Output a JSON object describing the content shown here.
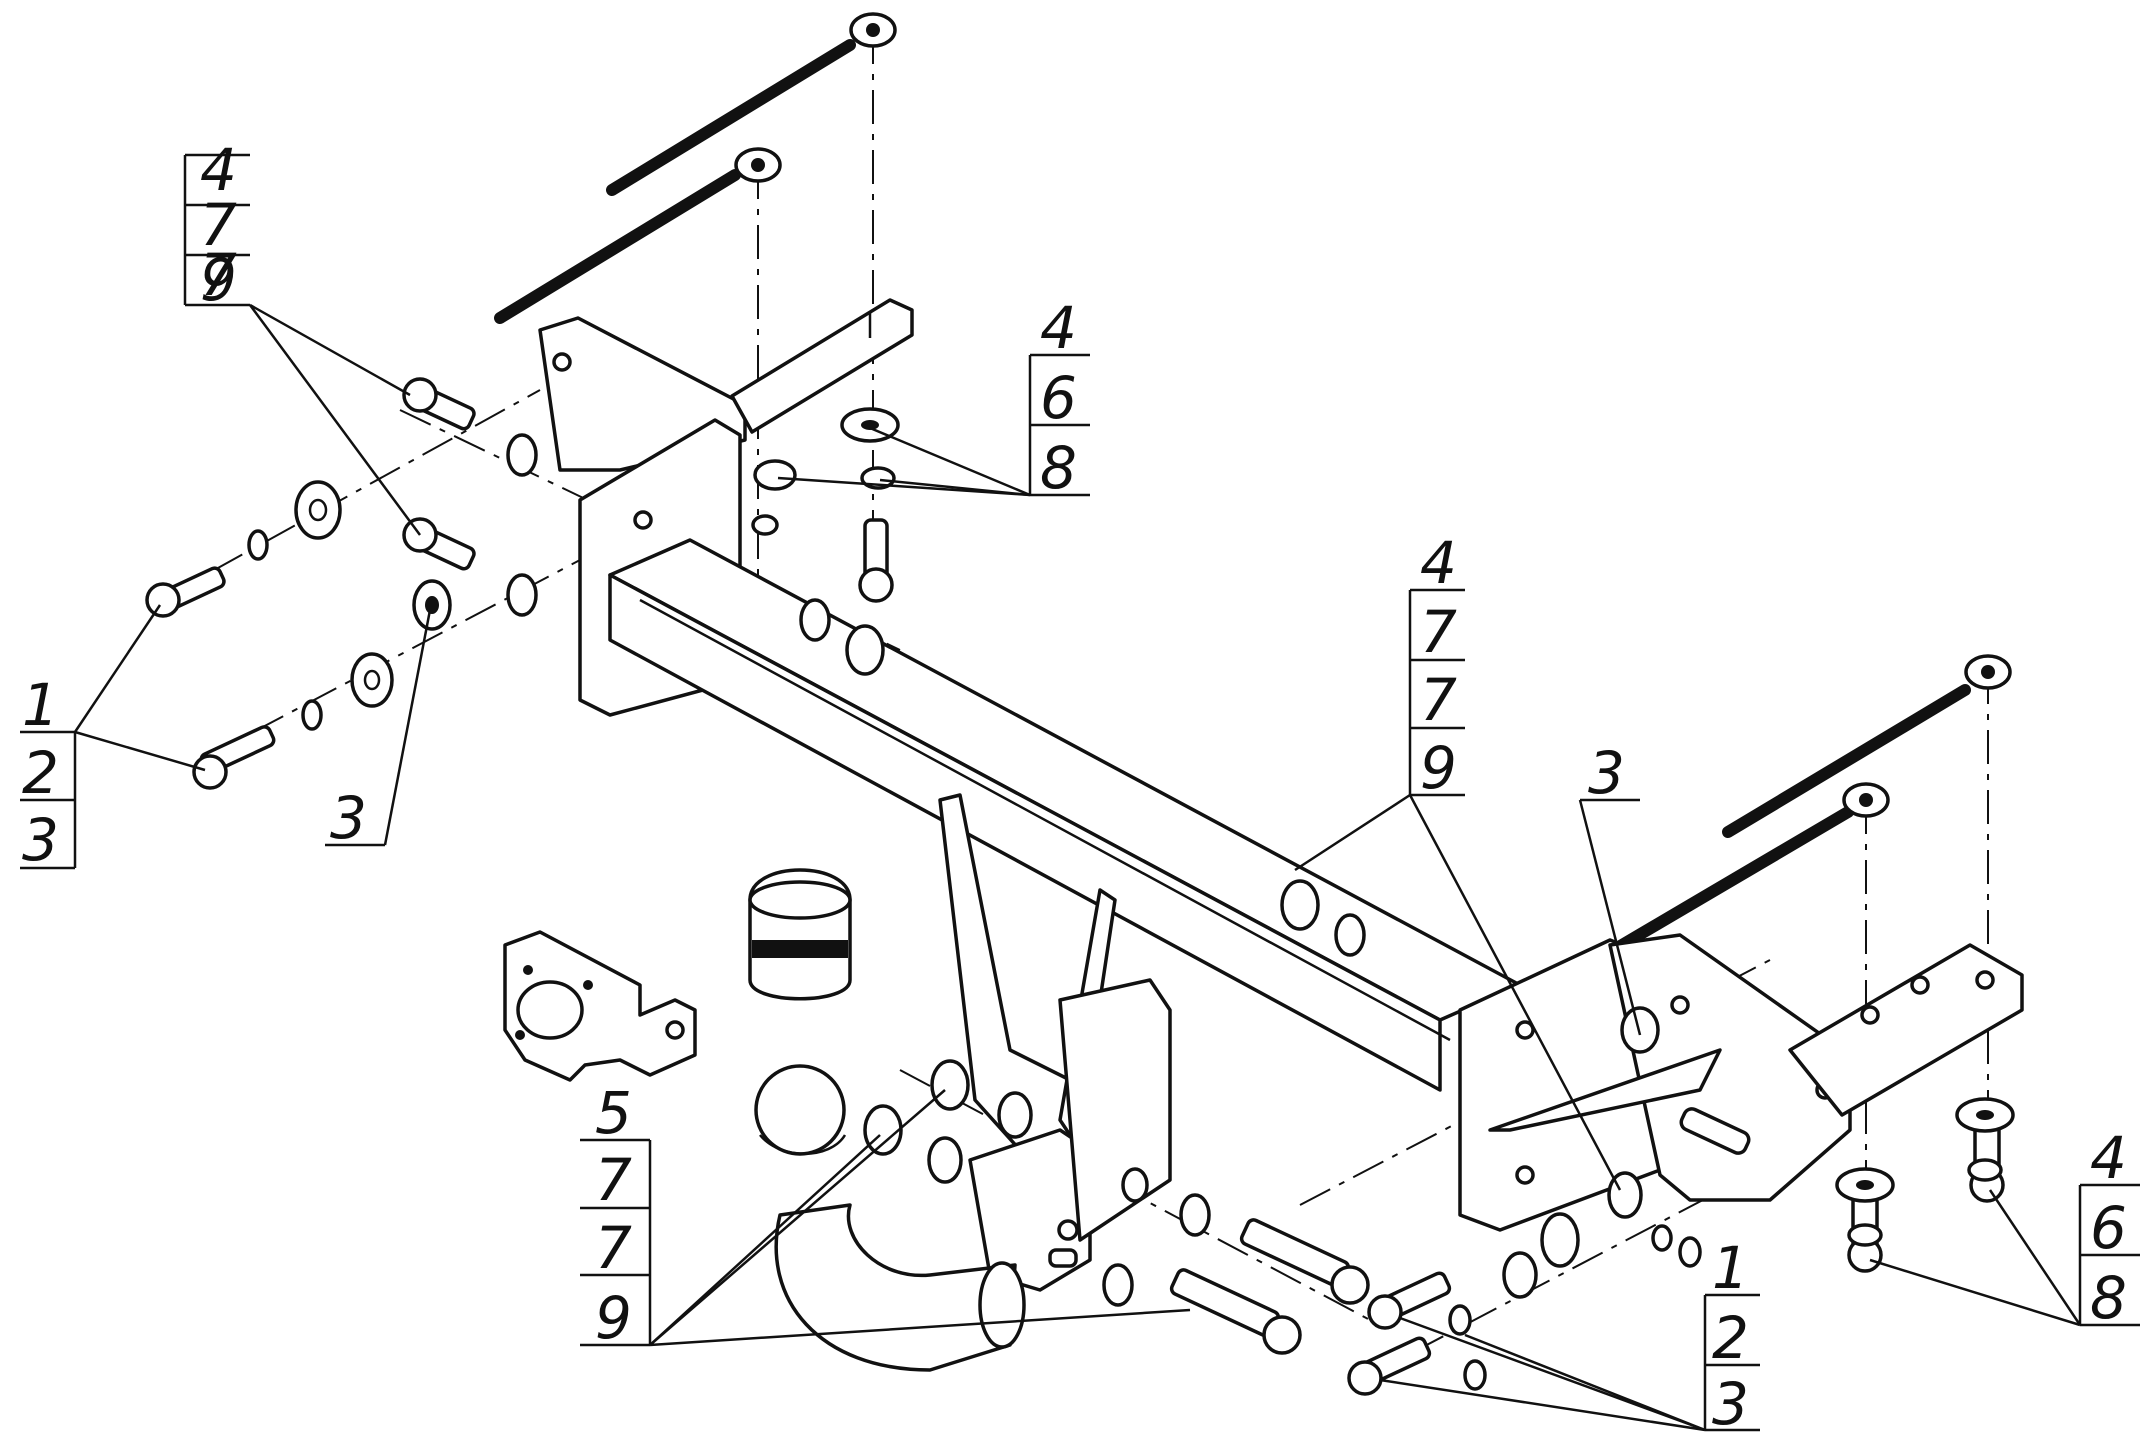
{
  "callouts": [
    {
      "id": "upper-left",
      "numbers": [
        "4",
        "7",
        "7",
        "9"
      ]
    },
    {
      "id": "left",
      "numbers": [
        "1",
        "2",
        "3"
      ]
    },
    {
      "id": "left-plate",
      "numbers": [
        "3"
      ]
    },
    {
      "id": "upper-mid",
      "numbers": [
        "4",
        "6",
        "8"
      ]
    },
    {
      "id": "center",
      "numbers": [
        "4",
        "7",
        "7",
        "9"
      ]
    },
    {
      "id": "center-plate",
      "numbers": [
        "3"
      ]
    },
    {
      "id": "bottom-left",
      "numbers": [
        "5",
        "7",
        "7",
        "9"
      ]
    },
    {
      "id": "bottom-mid",
      "numbers": [
        "1",
        "2",
        "3"
      ]
    },
    {
      "id": "right",
      "numbers": [
        "4",
        "6",
        "8"
      ]
    }
  ],
  "colors": {
    "line": "#111111",
    "background": "#ffffff"
  }
}
